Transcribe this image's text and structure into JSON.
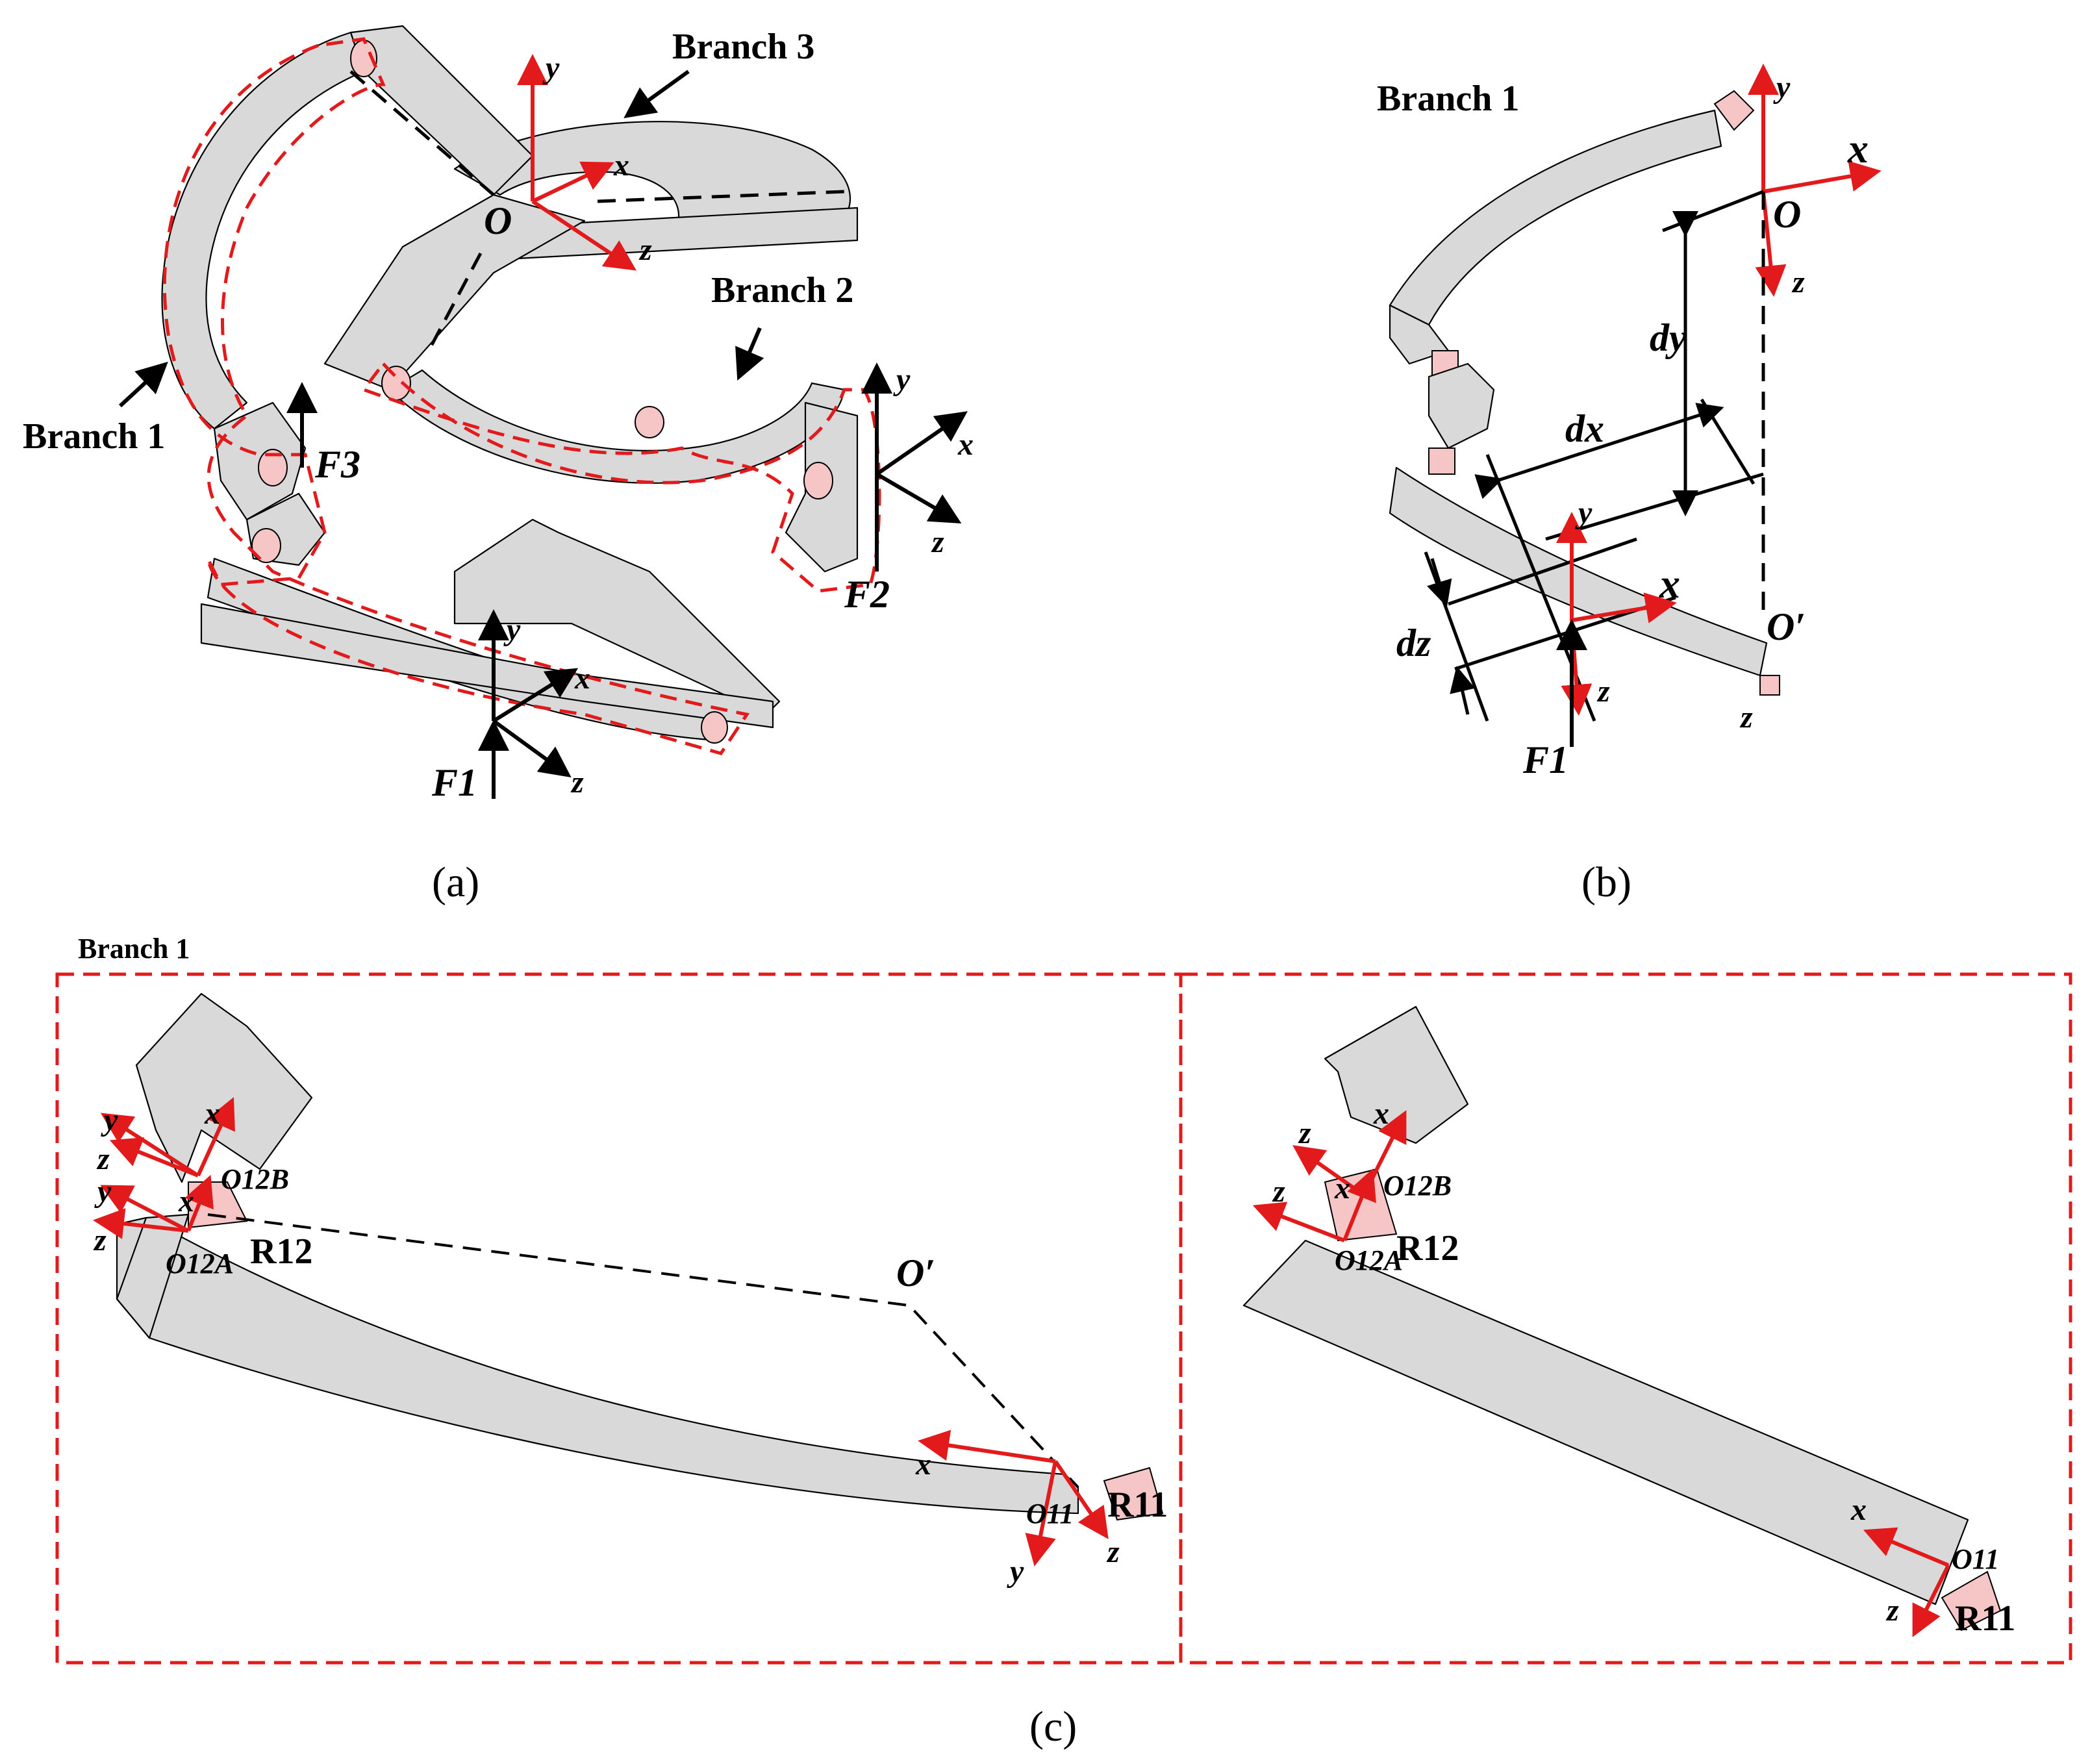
{
  "panels": {
    "a": "(a)",
    "b": "(b)",
    "c": "(c)"
  },
  "branches": {
    "b1": "Branch 1",
    "b2": "Branch 2",
    "b3": "Branch 3"
  },
  "origins": {
    "O": "O",
    "O_prime": "O′",
    "O11": "O11",
    "O12A": "O12A",
    "O12B": "O12B"
  },
  "hinges": {
    "R11": "R11",
    "R12": "R12"
  },
  "forces": {
    "F1": "F1",
    "F2": "F2",
    "F3": "F3"
  },
  "axes": {
    "x": "x",
    "y": "y",
    "z": "z"
  },
  "dims": {
    "dx": "dx",
    "dy": "dy",
    "dz": "dz"
  },
  "colors": {
    "accent": "#e31a1c",
    "part_fill": "#d9d9d9",
    "hinge_fill": "#f6c6c6",
    "ink": "#000000"
  }
}
